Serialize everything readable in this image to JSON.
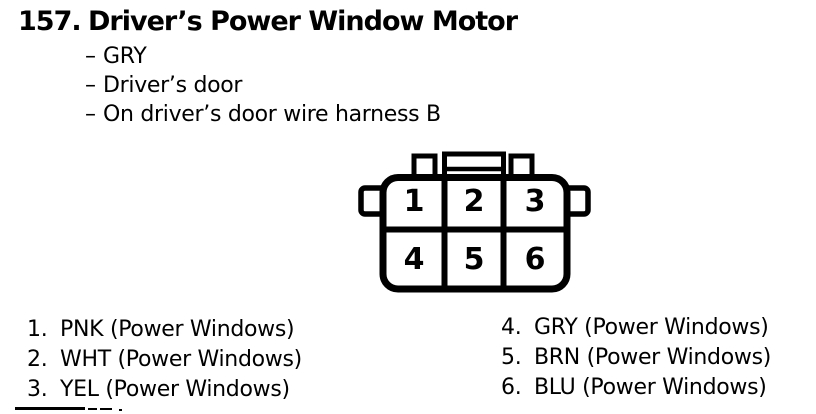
{
  "header": {
    "number": "157.",
    "title": "Driver’s Power Window Motor",
    "detail_bullet": "–",
    "details": [
      "GRY",
      "Driver’s door",
      "On driver’s door wire harness B"
    ]
  },
  "connector": {
    "description": "6-pin connector, 2 rows of 3 cells, latch tab on top",
    "pins": [
      "1",
      "2",
      "3",
      "4",
      "5",
      "6"
    ]
  },
  "pin_list": {
    "left": [
      {
        "num": "1.",
        "label": "PNK (Power Windows)"
      },
      {
        "num": "2.",
        "label": "WHT (Power Windows)"
      },
      {
        "num": "3.",
        "label": "YEL (Power Windows)"
      }
    ],
    "right": [
      {
        "num": "4.",
        "label": "GRY (Power Windows)"
      },
      {
        "num": "5.",
        "label": "BRN (Power Windows)"
      },
      {
        "num": "6.",
        "label": "BLU (Power Windows)"
      }
    ]
  },
  "colors": {
    "ink": "#000000",
    "paper": "#ffffff"
  }
}
